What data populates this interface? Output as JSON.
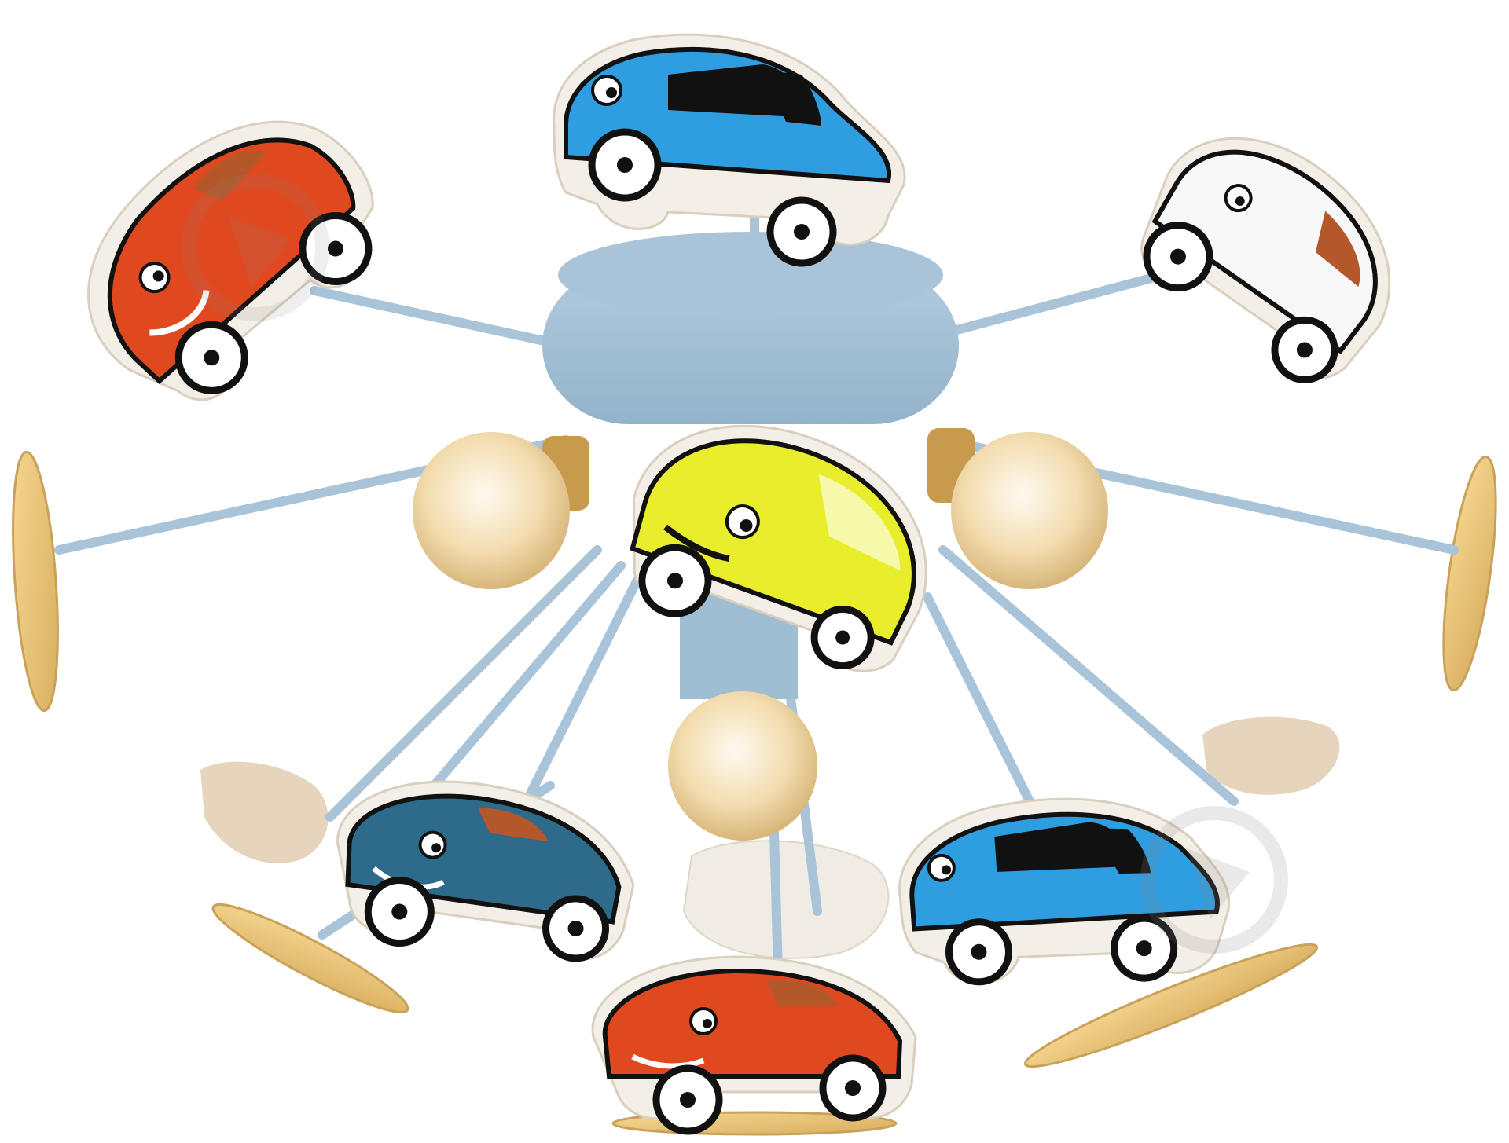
{
  "colors": {
    "background": "#ffffff",
    "arm": "#a9c4d9",
    "arm_edge": "#8fb0c8",
    "hub": "#9fbdd3",
    "bulb": "#f3ddb0",
    "bulb_glow": "#fff3d6",
    "socket": "#c79a4e",
    "paddle": "#e9c57c",
    "paddle_edge": "#c9a25a",
    "car_outline": "#111111",
    "car_border": "#f4efe6"
  },
  "cars": [
    {
      "id": "blue-top",
      "color": "#2f9ee0",
      "window": true,
      "facing": "left"
    },
    {
      "id": "orange-top-left",
      "color": "#e0481f",
      "window": false,
      "facing": "left"
    },
    {
      "id": "white-top-right",
      "color": "#f8f8f8",
      "window": false,
      "facing": "left"
    },
    {
      "id": "yellow-center",
      "color": "#e8ee2c",
      "window": false,
      "facing": "left"
    },
    {
      "id": "slate-bottom-left",
      "color": "#2e6b8a",
      "window": false,
      "facing": "left"
    },
    {
      "id": "blue-bottom-right",
      "color": "#2f9ee0",
      "window": true,
      "facing": "left"
    },
    {
      "id": "orange-bottom",
      "color": "#e0481f",
      "window": false,
      "facing": "left"
    }
  ],
  "bulbs": [
    {
      "id": "bulb-left"
    },
    {
      "id": "bulb-right"
    },
    {
      "id": "bulb-bottom"
    }
  ],
  "watermark_icon": "compass-logo-icon"
}
